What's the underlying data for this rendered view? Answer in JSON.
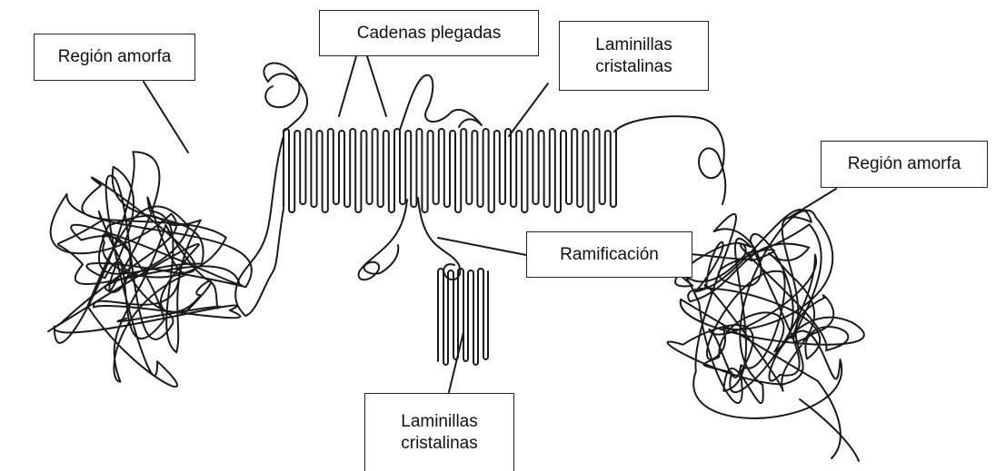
{
  "labels": {
    "amorphous_left": "Región amorfa",
    "folded_chains": "Cadenas plegadas",
    "crystalline_lamellae_top": "Laminillas\ncristalinas",
    "amorphous_right": "Región amorfa",
    "branching": "Ramificación",
    "crystalline_lamellae_bottom": "Laminillas\ncristalinas"
  }
}
